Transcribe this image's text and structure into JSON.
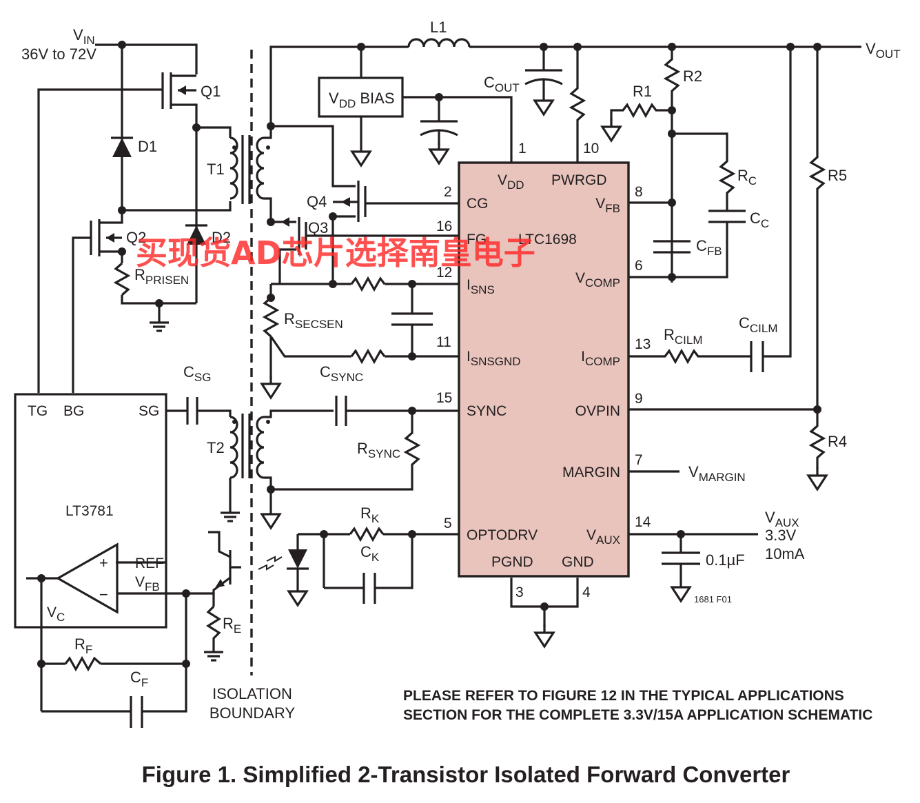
{
  "colors": {
    "ink": "#231f20",
    "ic_fill": "#e8c4bd",
    "watermark": "#ff2a2a"
  },
  "watermark": "买现货AD芯片选择南皇电子",
  "labels": {
    "vin_main": "V",
    "vin_sub": "IN",
    "vin_range": "36V to 72V",
    "vout_main": "V",
    "vout_sub": "OUT",
    "l1": "L1",
    "cout_main": "C",
    "cout_sub": "OUT",
    "vdd_bias_main": "V",
    "vdd_bias_sub": "DD",
    "vdd_bias_rest": " BIAS",
    "q1": "Q1",
    "q2": "Q2",
    "q3": "Q3",
    "q4": "Q4",
    "d1": "D1",
    "d2": "D2",
    "t1": "T1",
    "t2": "T2",
    "r1": "R1",
    "r2": "R2",
    "r4": "R4",
    "r5": "R5",
    "rc_main": "R",
    "rc_sub": "C",
    "cc_main": "C",
    "cc_sub": "C",
    "cfb_main": "C",
    "cfb_sub": "FB",
    "rcilm_main": "R",
    "rcilm_sub": "CILM",
    "ccilm_main": "C",
    "ccilm_sub": "CILM",
    "rprisen_main": "R",
    "rprisen_sub": "PRISEN",
    "rsecsen_main": "R",
    "rsecsen_sub": "SECSEN",
    "csg_main": "C",
    "csg_sub": "SG",
    "csync_main": "C",
    "csync_sub": "SYNC",
    "rsync_main": "R",
    "rsync_sub": "SYNC",
    "rk_main": "R",
    "rk_sub": "K",
    "ck_main": "C",
    "ck_sub": "K",
    "re_main": "R",
    "re_sub": "E",
    "rf_main": "R",
    "rf_sub": "F",
    "cf_main": "C",
    "cf_sub": "F",
    "vmargin_main": "V",
    "vmargin_sub": "MARGIN",
    "vaux_main": "V",
    "vaux_sub": "AUX",
    "vaux_voltage": "3.3V",
    "vaux_current": "10mA",
    "cap_01uf": "0.1µF",
    "isolation_line1": "ISOLATION",
    "isolation_line2": "BOUNDARY",
    "figure_code": "1681 F01"
  },
  "ltc1698": {
    "name": "LTC1698",
    "pins_left": [
      {
        "num": "2",
        "name": "CG",
        "sub": ""
      },
      {
        "num": "16",
        "name": "FG",
        "sub": ""
      },
      {
        "num": "12",
        "name": "I",
        "sub": "SNS"
      },
      {
        "num": "11",
        "name": "I",
        "sub": "SNSGND"
      },
      {
        "num": "15",
        "name": "SYNC",
        "sub": ""
      },
      {
        "num": "5",
        "name": "OPTODRV",
        "sub": ""
      }
    ],
    "pins_right": [
      {
        "num": "8",
        "name": "V",
        "sub": "FB"
      },
      {
        "num": "6",
        "name": "V",
        "sub": "COMP"
      },
      {
        "num": "13",
        "name": "I",
        "sub": "COMP"
      },
      {
        "num": "9",
        "name": "OVPIN",
        "sub": ""
      },
      {
        "num": "7",
        "name": "MARGIN",
        "sub": ""
      },
      {
        "num": "14",
        "name": "V",
        "sub": "AUX"
      }
    ],
    "pins_top": [
      {
        "num": "1",
        "name": "V",
        "sub": "DD"
      },
      {
        "num": "10",
        "name": "PWRGD",
        "sub": ""
      }
    ],
    "pins_bottom": [
      {
        "num": "3",
        "name": "PGND"
      },
      {
        "num": "4",
        "name": "GND"
      }
    ]
  },
  "lt3781": {
    "name": "LT3781",
    "pins": [
      "TG",
      "BG",
      "SG"
    ],
    "ref": "REF",
    "vfb_main": "V",
    "vfb_sub": "FB",
    "vc_main": "V",
    "vc_sub": "C",
    "plus": "+",
    "minus": "−"
  },
  "notes": {
    "line1": "PLEASE REFER TO FIGURE 12 IN THE TYPICAL APPLICATIONS",
    "line2": "SECTION FOR THE COMPLETE 3.3V/15A APPLICATION SCHEMATIC"
  },
  "caption": "Figure 1. Simplified 2-Transistor Isolated Forward Converter"
}
